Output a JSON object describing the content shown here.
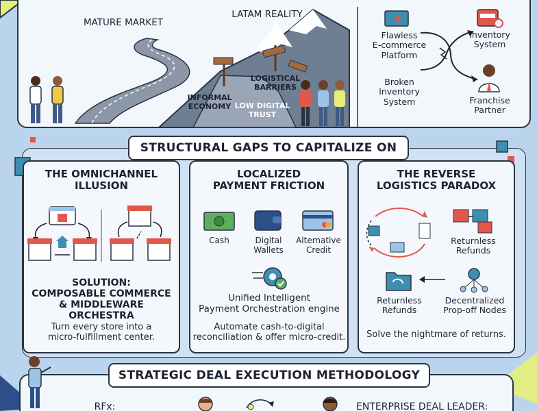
{
  "top": {
    "mature_market": "MATURE MARKET",
    "latam_reality": "LATAM REALITY",
    "informal_economy": [
      "INFORMAL",
      "ECONOMY"
    ],
    "logistical_barriers": [
      "LOGISTICAL",
      "BARRIERS"
    ],
    "low_digital_trust": [
      "LOW DIGITAL",
      "TRUST"
    ],
    "ecommerce": [
      "Flawless",
      "E-commerce",
      "Platform"
    ],
    "broken_inventory": [
      "Broken",
      "Inventory",
      "System"
    ],
    "inventory_system": [
      "Inventory",
      "System"
    ],
    "franchise_partner": [
      "Franchise",
      "Partner"
    ]
  },
  "gaps": {
    "title": "STRUCTURAL GAPS TO CAPITALIZE ON",
    "omni": {
      "title": [
        "THE OMNICHANNEL",
        "ILLUSION"
      ],
      "solution": [
        "SOLUTION:",
        "COMPOSABLE COMMERCE",
        "& MIDDLEWARE ORCHESTRA"
      ],
      "desc": [
        "Turn every store into a",
        "micro-fulfillment center."
      ]
    },
    "pay": {
      "title": [
        "LOCALIZED",
        "PAYMENT FRICTION"
      ],
      "cash": "Cash",
      "wallets": [
        "Digital",
        "Wallets"
      ],
      "credit": [
        "Alternative",
        "Credit"
      ],
      "engine": [
        "Unified Intelligent",
        "Payment Orchestration engine"
      ],
      "desc": [
        "Automate cash-to-digital",
        "reconciliation & offer micro-credit."
      ]
    },
    "rev": {
      "title": [
        "THE REVERSE",
        "LOGISTICS PARADOX"
      ],
      "returnless_right": [
        "Returnless",
        "Refunds"
      ],
      "returnless_left": [
        "Returnless",
        "Refunds"
      ],
      "nodes": [
        "Decentralized",
        "Prop-off Nodes"
      ],
      "desc": "Solve the nightmare of returns."
    }
  },
  "method": {
    "title": "STRATEGIC DEAL EXECUTION METHODOLOGY",
    "rfx": "RFx:",
    "leader": "ENTERPRISE DEAL LEADER:"
  },
  "colors": {
    "background": "#b9d4ec",
    "panel": "#f2f7fc",
    "outline": "#2a3342",
    "accent_yellow": "#e6ef7a",
    "accent_red": "#e2574c",
    "accent_teal": "#3c8fb0",
    "accent_navy": "#2b4f86"
  }
}
